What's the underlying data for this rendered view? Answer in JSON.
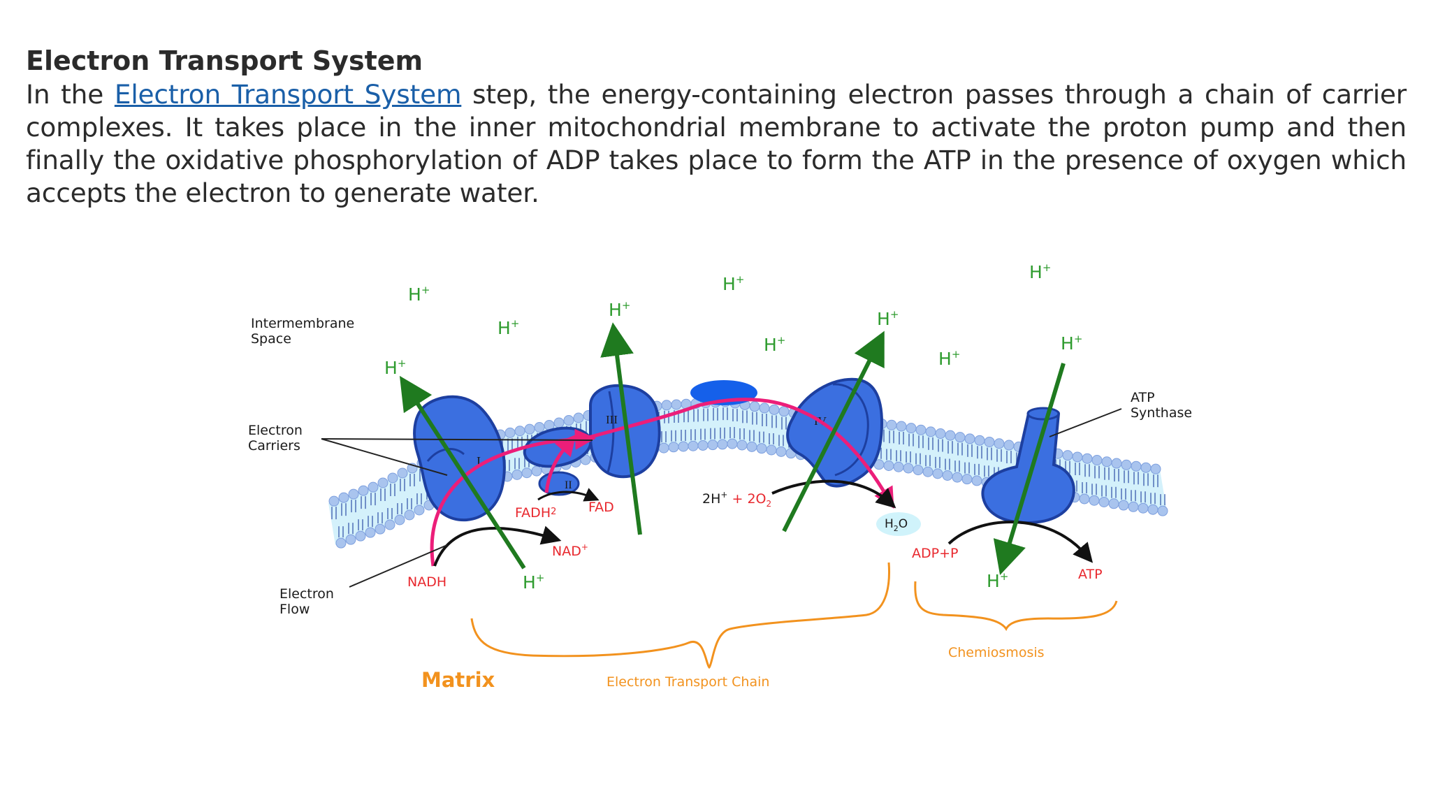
{
  "article": {
    "heading": "Electron Transport System",
    "para_pre": "In the ",
    "link_text": "Electron Transport System",
    "para_post": " step, the energy-containing electron passes through a chain of carrier complexes. It takes place in the inner mitochondrial membrane to activate the proton pump and then finally the oxidative phosphorylation of ADP takes place to form the ATP in the presence of oxygen which accepts the electron to generate water."
  },
  "diagram": {
    "labels": {
      "intermembrane_1": "Intermembrane",
      "intermembrane_2": "Space",
      "carriers_1": "Electron",
      "carriers_2": "Carriers",
      "flow_1": "Electron",
      "flow_2": "Flow",
      "atp_synthase_1": "ATP",
      "atp_synthase_2": "Synthase",
      "complex_1": "I",
      "complex_2": "II",
      "complex_3": "III",
      "complex_4": "IV",
      "nadh": "NADH",
      "nad": "NAD",
      "fadh": "FADH",
      "fadh_sup": "2",
      "fad": "FAD",
      "oxygen_eq_a": "2H",
      "oxygen_eq_b": " + 2O",
      "oxygen_sub": "2",
      "water_h": "H",
      "water_sub": "2",
      "water_o": "O",
      "adp": "ADP+P",
      "atp": "ATP",
      "matrix": "Matrix",
      "etc": "Electron Transport Chain",
      "chemiosmosis": "Chemiosmosis",
      "proton": "H",
      "plus": "+"
    },
    "colors": {
      "protein": "#3b6fe0",
      "protein_stroke": "#1d3fa0",
      "proton": "#2e9b2e",
      "arrow_green": "#1f7a1f",
      "electron_flow": "#ec1e79",
      "red_label": "#e8282e",
      "orange": "#f2921e",
      "membrane_head": "#a9c4ee",
      "membrane_fill": "#d4f1fb"
    }
  }
}
